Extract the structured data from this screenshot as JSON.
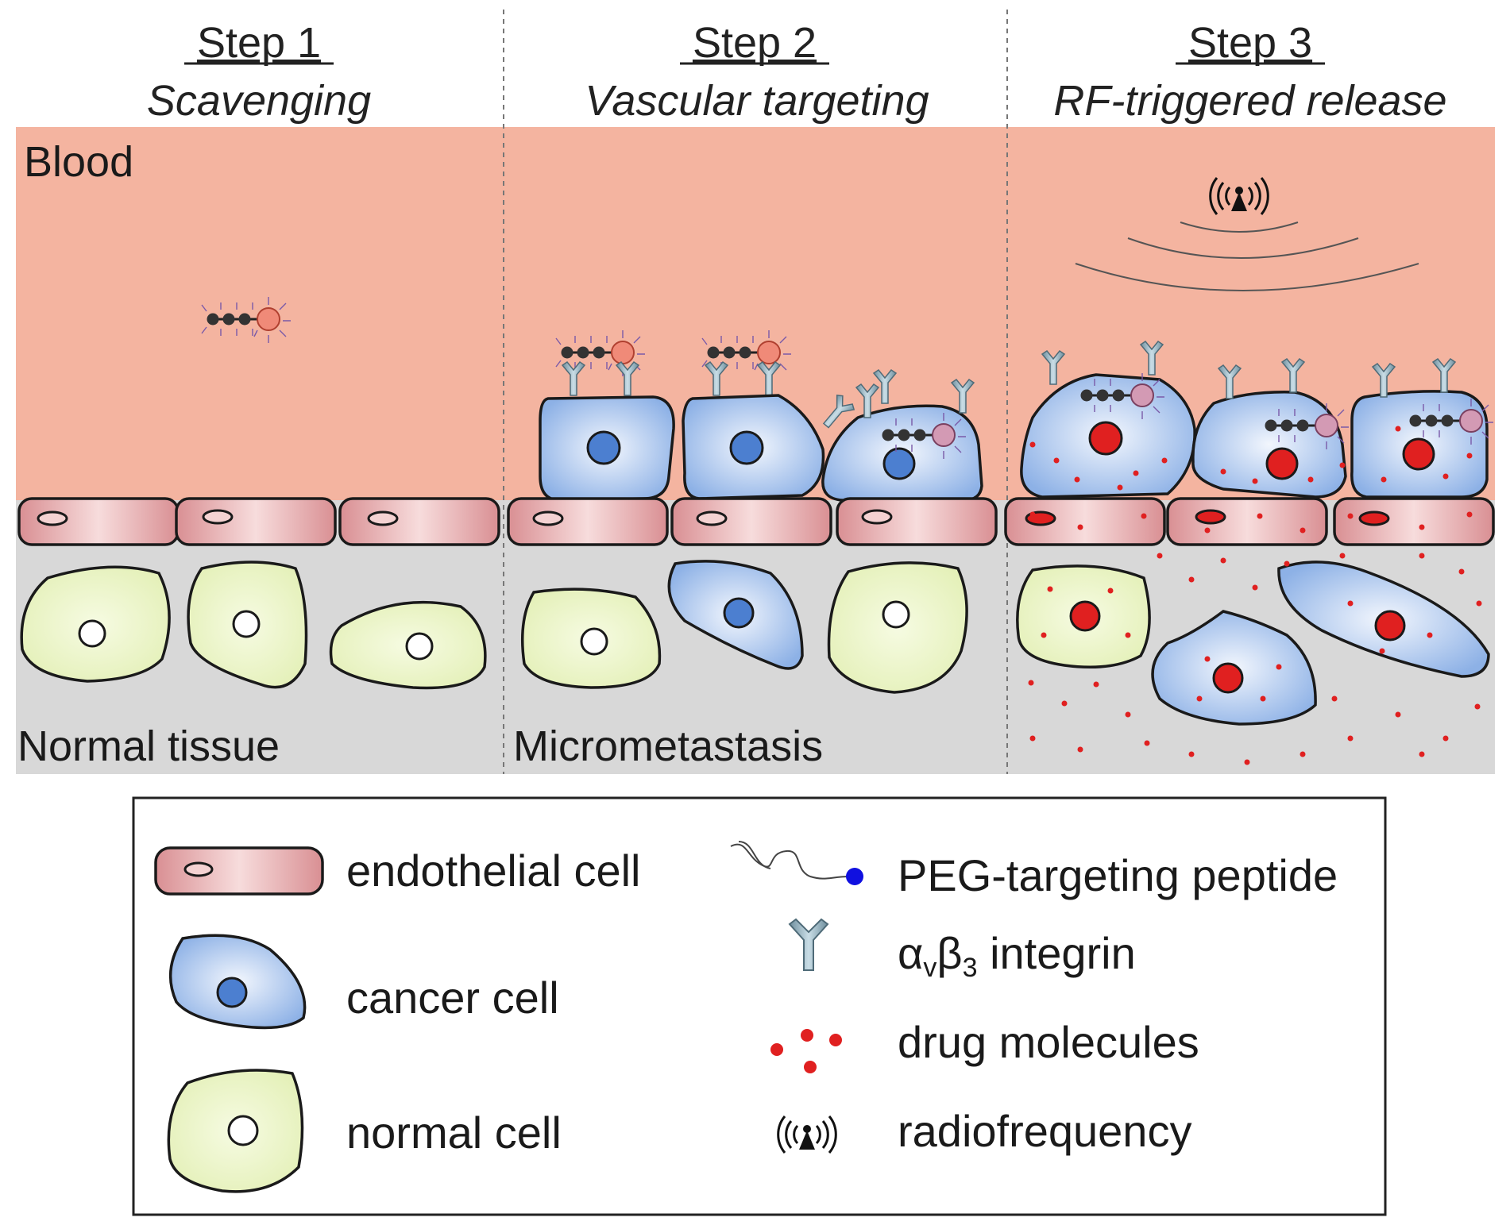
{
  "steps": [
    {
      "title": "Step 1",
      "subtitle": "Scavenging"
    },
    {
      "title": "Step 2",
      "subtitle": "Vascular targeting"
    },
    {
      "title": "Step 3",
      "subtitle": "RF-triggered release"
    }
  ],
  "regions": {
    "blood": "Blood",
    "normal_tissue": "Normal tissue",
    "micrometastasis": "Micrometastasis"
  },
  "legend": {
    "endothelial_cell": "endothelial cell",
    "cancer_cell": "cancer cell",
    "normal_cell": "normal cell",
    "peg_peptide": "PEG-targeting peptide",
    "integrin_alpha": "α",
    "integrin_alpha_sub": "v",
    "integrin_beta": "β",
    "integrin_beta_sub": "3",
    "integrin_rest": " integrin",
    "drug": "drug molecules",
    "rf": "radiofrequency"
  },
  "colors": {
    "blood": "#f4b4a0",
    "tissue": "#d8d8d8",
    "endothelial": "#e8a8a8",
    "cancer": "#8fb3e6",
    "cancer_nucleus": "#4c7fd0",
    "normal": "#eaf4c2",
    "drug": "#e02020",
    "integrin": "#8aaab8",
    "peptide_dot": "#1010e0"
  }
}
